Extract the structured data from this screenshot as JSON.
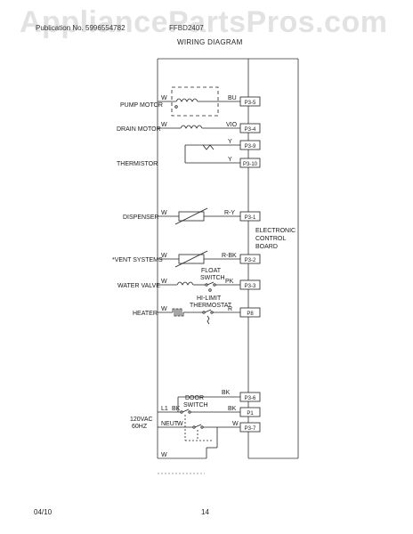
{
  "watermark": "AppliancePartsPros.com",
  "header": {
    "left_text": "Publication No. 5996554782",
    "mid_text": "FFBD2407",
    "title": "WIRING DIAGRAM"
  },
  "components": {
    "pump_motor": "PUMP MOTOR",
    "drain_motor": "DRAIN MOTOR",
    "thermistor": "THERMISTOR",
    "dispenser": "DISPENSER",
    "vent_systems": "*VENT SYSTEMS",
    "water_valve": "WATER VALVE",
    "heater": "HEATER",
    "float_switch": [
      "FLOAT",
      "SWITCH"
    ],
    "hi_limit": [
      "HI-LIMIT",
      "THERMOSTAT"
    ],
    "door_switch": [
      "DOOR",
      "SWITCH"
    ],
    "supply": [
      "120VAC",
      "60HZ"
    ],
    "l1": "L1",
    "neut": "NEUT",
    "board": [
      "ELECTRONIC",
      "CONTROL",
      "BOARD"
    ]
  },
  "wires": {
    "pump_left": "W",
    "pump_right": "BU",
    "drain_left": "W",
    "drain_right": "VIO",
    "therm_y1": "Y",
    "therm_y2": "Y",
    "disp_left": "W",
    "disp_right": "R-Y",
    "vent_left": "W",
    "vent_right": "R-BK",
    "valve_left": "W",
    "valve_right": "PK",
    "heater_left": "W",
    "heater_right": "R",
    "bk_top": "BK",
    "bk_l1": "BK",
    "bk_p1": "BK",
    "w_neut": "W",
    "w_p37": "W",
    "w_bottom": "W"
  },
  "terminals": {
    "p35": "P3-5",
    "p34": "P3-4",
    "p39": "P3-9",
    "p310": "P3-10",
    "p31": "P3-1",
    "p32": "P3-2",
    "p33": "P3-3",
    "p8": "P8",
    "p36": "P3-6",
    "p1": "P1",
    "p37": "P3-7"
  },
  "footer": {
    "date": "04/10",
    "page": "14"
  }
}
